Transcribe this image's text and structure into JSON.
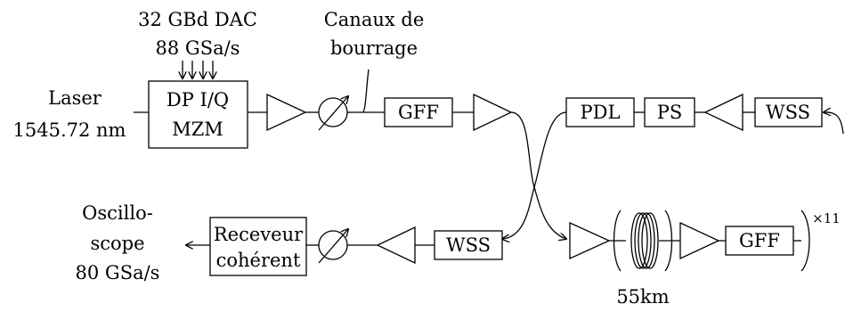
{
  "source": {
    "laser": "Laser",
    "wavelength": "1545.72 nm",
    "dac_line1": "32 GBd DAC",
    "dac_line2": "88 GSa/s"
  },
  "blocks": {
    "modulator_line1": "DP I/Q",
    "modulator_line2": "MZM",
    "gff": "GFF",
    "pdl": "PDL",
    "ps": "PS",
    "wss": "WSS",
    "receiver_line1": "Receveur",
    "receiver_line2": "cohérent"
  },
  "loading": {
    "line1": "Canaux de",
    "line2": "bourrage"
  },
  "loop": {
    "span_length": "55km",
    "repeat": "×11"
  },
  "scope": {
    "line1": "Oscillo-",
    "line2": "scope",
    "line3": "80 GSa/s"
  }
}
